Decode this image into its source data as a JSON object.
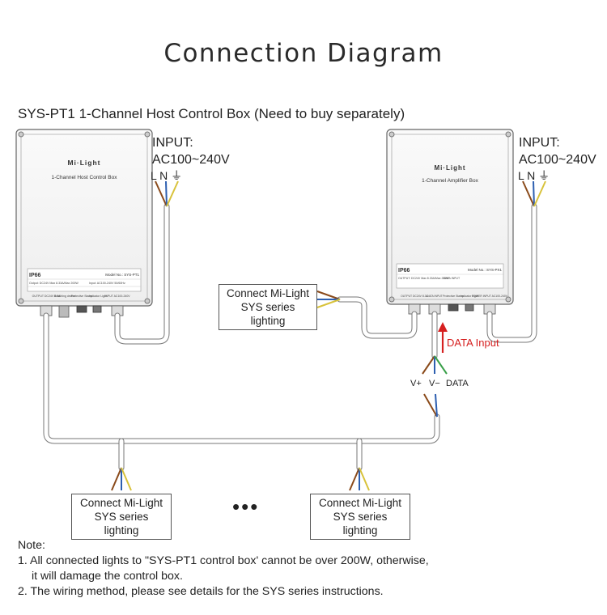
{
  "title": "Connection Diagram",
  "subtitle": "SYS-PT1   1-Channel Host Control Box (Need to buy separately)",
  "host_box": {
    "brand": "Mi·Light",
    "name": "1-Channel Host Control Box",
    "model": "Model No.: SYS-PT1",
    "rating": "IP66",
    "label_line1": "Output: DC24V  Max 8.33A/Max 200W",
    "label_line2": "Input: AC100-240V 50/60Hz",
    "ports": [
      "OUTPUT DC24V 8.3A",
      "Breathing device",
      "Protective Stamp",
      "Indicator Light",
      "INPUT AC100-240V"
    ]
  },
  "amp_box": {
    "brand": "Mi·Light",
    "name": "1-Channel Amplifier Box",
    "model": "Model No.: SYS-PX1",
    "rating": "IP66",
    "label_line1": "OUTPUT: DC24V Max 8.33A/Max 200W",
    "label_line2": "DATA INPUT",
    "ports": [
      "OUTPUT DC24V 8.3A",
      "DATA INPUT",
      "Protective Stamp",
      "Indicator Light",
      "POWER INPUT AC100-240V"
    ]
  },
  "input_left": {
    "line1": "INPUT:",
    "line2": "AC100~240V",
    "terminals": "L  N  ⏚"
  },
  "input_right": {
    "line1": "INPUT:",
    "line2": "AC100~240V",
    "terminals": "L  N  ⏚"
  },
  "connect_mid": {
    "line1": "Connect Mi-Light",
    "line2": "SYS series lighting"
  },
  "connect_bottom_left": {
    "line1": "Connect Mi-Light",
    "line2": "SYS series lighting"
  },
  "connect_bottom_right": {
    "line1": "Connect Mi-Light",
    "line2": "SYS series lighting"
  },
  "ellipsis": "•••",
  "data_input_label": "DATA Input",
  "signals": {
    "vplus": "V+",
    "vminus": "V−",
    "data": "DATA"
  },
  "note": {
    "heading": "Note:",
    "item1_line1": "1. All connected lights to \"SYS-PT1 control box' cannot be over 200W, otherwise,",
    "item1_line2": "it will damage the control box.",
    "item2": "2. The wiring method, please see details for the SYS series instructions."
  },
  "colors": {
    "wire_brown": "#8a4a1a",
    "wire_blue": "#2d5fb0",
    "wire_yellow": "#d8c23a",
    "wire_green": "#3aa04a",
    "arrow_red": "#d62020"
  }
}
